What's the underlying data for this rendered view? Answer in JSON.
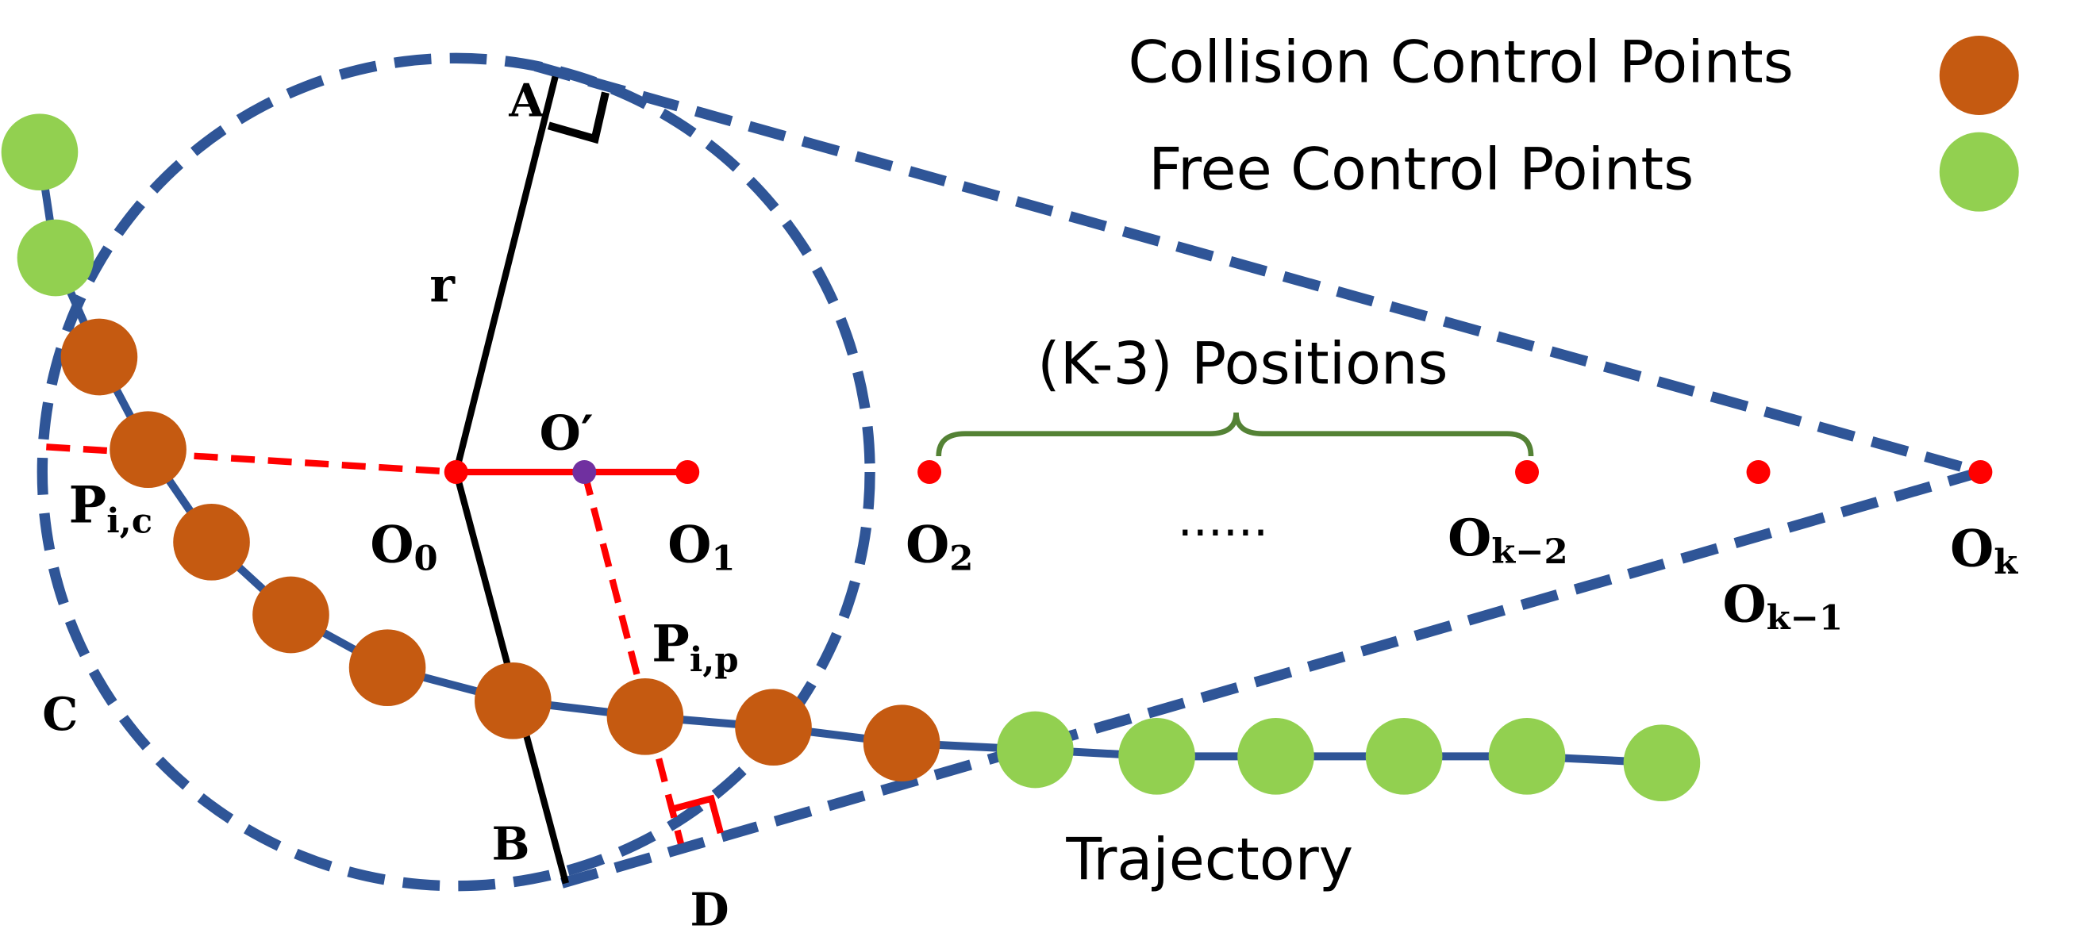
{
  "legend": {
    "collision_label": "Collision Control Points",
    "free_label": "Free Control Points"
  },
  "colors": {
    "collision": "#c55a11",
    "free": "#92d050",
    "boundary": "#2f5597",
    "trajectory": "#2f5597",
    "center_points": "#ff0000",
    "o_prime": "#7030a0",
    "brace": "#548235",
    "radius_lines": "#000000"
  },
  "labels": {
    "A": "A",
    "B": "B",
    "C": "C",
    "D": "D",
    "r": "r",
    "o_prime": "O′",
    "o0": {
      "base": "O",
      "sub": "0"
    },
    "o1": {
      "base": "O",
      "sub": "1"
    },
    "o2": {
      "base": "O",
      "sub": "2"
    },
    "ok2": {
      "base": "O",
      "sub": "k−2"
    },
    "ok1": {
      "base": "O",
      "sub": "k−1"
    },
    "ok": {
      "base": "O",
      "sub": "k"
    },
    "pic": {
      "base": "P",
      "sub": "i,c"
    },
    "pip": {
      "base": "P",
      "sub": "i,p"
    },
    "ellipsis": "......",
    "positions": "(K-3) Positions",
    "trajectory": "Trajectory"
  },
  "trajectory_points": [
    "free",
    "free",
    "collision",
    "collision",
    "collision",
    "collision",
    "collision",
    "collision",
    "collision",
    "collision",
    "collision",
    "free",
    "free",
    "free",
    "free",
    "free",
    "free"
  ]
}
